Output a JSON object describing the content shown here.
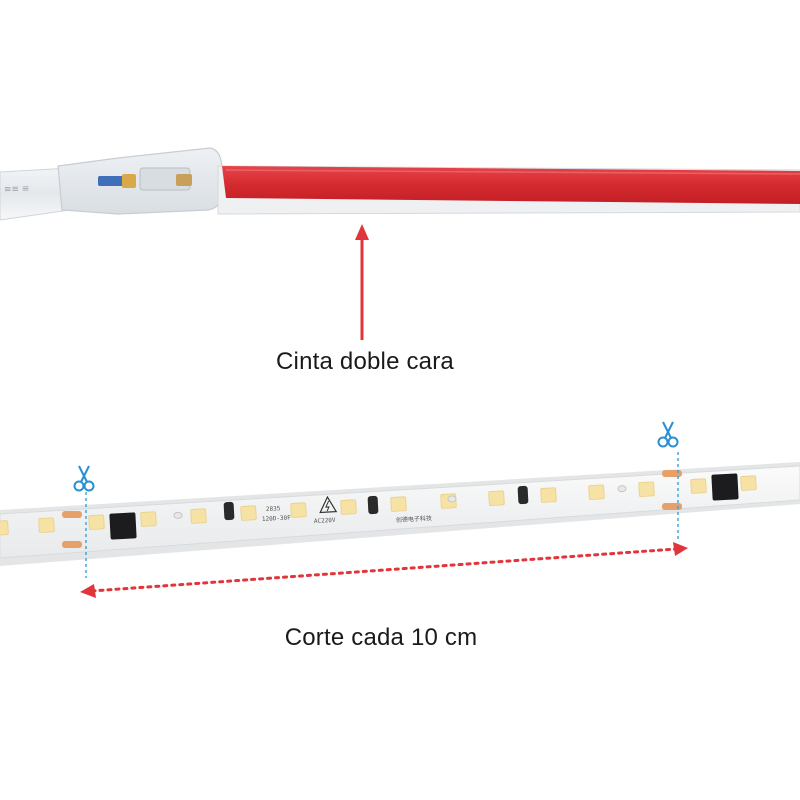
{
  "annotations": {
    "tape_label": "Cinta doble cara",
    "cut_label": "Corte cada 10 cm"
  },
  "strip_markings": {
    "chip_code": "2835",
    "led_density": "120D-30F",
    "voltage": "AC220V",
    "chinese_mark": "创德电子科技"
  },
  "colors": {
    "tape_red": "#d42a2f",
    "arrow_red": "#e0353a",
    "cut_line_blue": "#3aa0d8",
    "led_yellow": "#f6e2a4",
    "solder_pad": "#e6a06a"
  },
  "icons": {
    "scissors": "scissors-icon",
    "warning": "high-voltage-warning-icon"
  }
}
